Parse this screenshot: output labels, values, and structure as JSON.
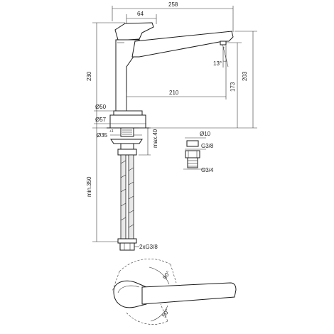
{
  "dimensions": {
    "overall_width": "258",
    "handle_offset": "64",
    "total_height": "230",
    "spout_height": "203",
    "spout_outlet_height": "173",
    "spout_reach": "210",
    "spout_angle": "13°",
    "base_diameter": "Ø50",
    "escutcheon_diameter": "Ø57",
    "hole_diameter": "Ø35",
    "hole_tolerance": "+1",
    "max_deck": "max.40",
    "hose_min_length": "min.350",
    "hose_connection": "2xG3/8",
    "fitting_diameter": "Ø10",
    "fitting_thread_small": "G3/8",
    "fitting_thread_large": "G3/4",
    "swivel_angle_1": "90°",
    "swivel_angle_2": "50°"
  }
}
